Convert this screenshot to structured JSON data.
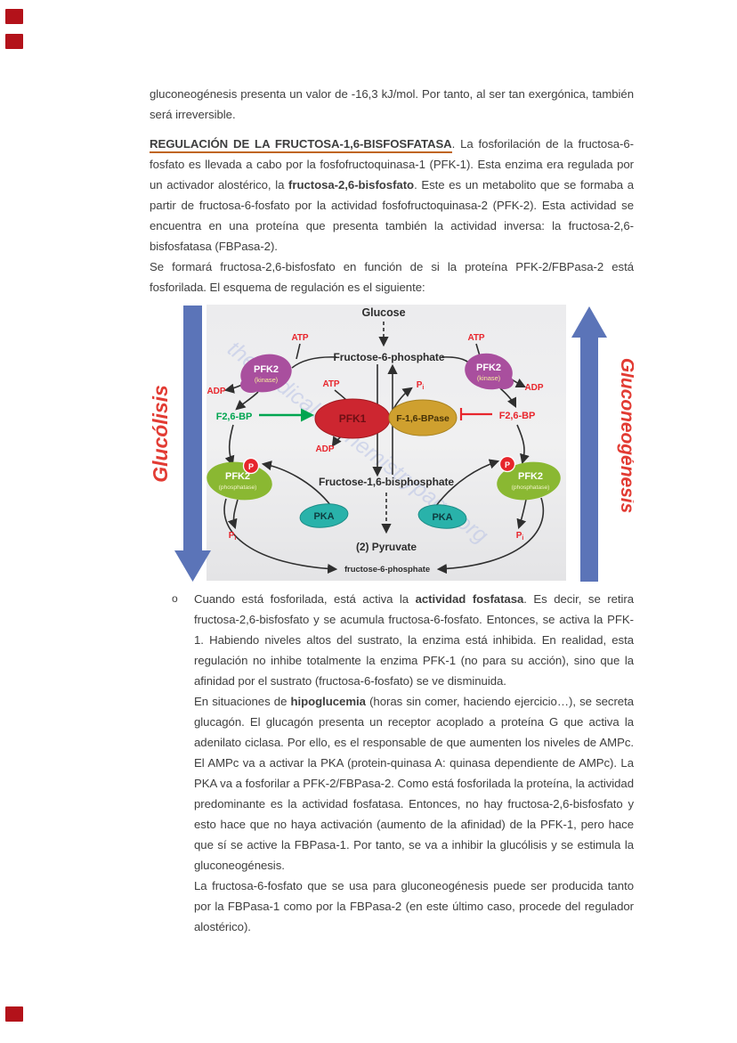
{
  "page": {
    "colors": {
      "text": "#3e3e3e",
      "heading_underline": "#c0651d",
      "edge_mark": "#b3121a"
    }
  },
  "paragraphs": {
    "intro": [
      {
        "t": "gluconeogénesis presenta un valor de -16,3 kJ/mol. Por tanto, al ser tan exergónica, también será irreversible."
      }
    ],
    "regulation": [
      {
        "t": "REGULACIÓN DE LA FRUCTOSA-1,6-BISFOSFATASA",
        "b": true,
        "u": true
      },
      {
        "t": ". La fosforilación de la fructosa-6-fosfato es llevada a cabo por la fosfofructoquinasa-1 (PFK-1). Esta enzima era regulada por un activador alostérico, la "
      },
      {
        "t": "fructosa-2,6-bisfosfato",
        "b": true
      },
      {
        "t": ". Este es un metabolito que se formaba a partir de fructosa-6-fosfato por la actividad fosfofructoquinasa-2 (PFK-2). Esta actividad se encuentra en una proteína que presenta también la actividad inversa: la fructosa-2,6-bisfosfatasa (FBPasa-2)."
      }
    ],
    "scheme": [
      {
        "t": "Se formará fructosa-2,6-bisfosfato en función de si la proteína PFK-2/FBPasa-2 está fosforilada. El esquema de regulación es el siguiente:"
      }
    ]
  },
  "bullet": {
    "marker": "o",
    "paragraphs": [
      [
        {
          "t": "Cuando está fosforilada, está activa la "
        },
        {
          "t": "actividad fosfatasa",
          "b": true
        },
        {
          "t": ". Es decir, se retira fructosa-2,6-bisfosfato y se acumula fructosa-6-fosfato. Entonces, se activa la PFK-1. Habiendo niveles altos del sustrato, la enzima está inhibida. En realidad, esta regulación no inhibe totalmente la enzima PFK-1 (no para su acción), sino que la afinidad por el sustrato (fructosa-6-fosfato) se ve disminuida."
        }
      ],
      [
        {
          "t": "En situaciones de "
        },
        {
          "t": "hipoglucemia",
          "b": true
        },
        {
          "t": " (horas sin comer, haciendo ejercicio…), se secreta glucagón. El glucagón presenta un receptor acoplado a proteína G que activa la adenilato ciclasa. Por ello, es el responsable de que aumenten los niveles de AMPc. El AMPc va a activar la PKA (protein-quinasa A: quinasa dependiente de AMPc). La PKA va a fosforilar a PFK-2/FBPasa-2. Como está fosforilada la proteína, la actividad predominante es la actividad fosfatasa. Entonces, no hay fructosa-2,6-bisfosfato y esto hace que no haya activación (aumento de la afinidad) de la PFK-1, pero hace que sí se active la FBPasa-1. Por tanto, se va a inhibir la glucólisis y se estimula la gluconeogénesis."
        }
      ],
      [
        {
          "t": "La fructosa-6-fosfato que se usa para gluconeogénesis puede ser producida tanto por la FBPasa-1 como por la FBPasa-2 (en este último caso, procede del regulador alostérico)."
        }
      ]
    ]
  },
  "diagram": {
    "side_left": "Glucólisis",
    "side_right": "Gluconeogénesis",
    "watermark": "themedicalbiochemistrypage.org",
    "labels": {
      "glucose": "Glucose",
      "f6p": "Fructose-6-phosphate",
      "f16bp": "Fructose-1,6-bisphosphate",
      "pyruvate": "(2) Pyruvate",
      "f6p_bottom": "fructose-6-phosphate",
      "atp": "ATP",
      "adp": "ADP",
      "p_letter": "P",
      "i_sub": "i",
      "pfk2": "PFK2",
      "kinase": "(kinase)",
      "phosphatase": "(phosphatase)",
      "pfk1": "PFK1",
      "bpase": "F-1,6-BPase",
      "pka": "PKA",
      "f26bp": "F2,6-BP",
      "p_badge": "P"
    },
    "colors": {
      "panel": "#eaeaec",
      "blue_arrow": "#5b74b8",
      "blue_arrow_edge": "#46589a",
      "side_label": "#e23b33",
      "watermark": "#b9c3e6",
      "kinase": "#a94f9e",
      "pfk1": "#cd2630",
      "bpase": "#cfa02f",
      "phosphatase": "#8ab832",
      "pka": "#29b2aa",
      "p_circle": "#e6252b",
      "red_label": "#e8262d",
      "green_label": "#00a550",
      "black_line": "#2f2f2f",
      "dark_title": "#2d2d2d"
    }
  }
}
